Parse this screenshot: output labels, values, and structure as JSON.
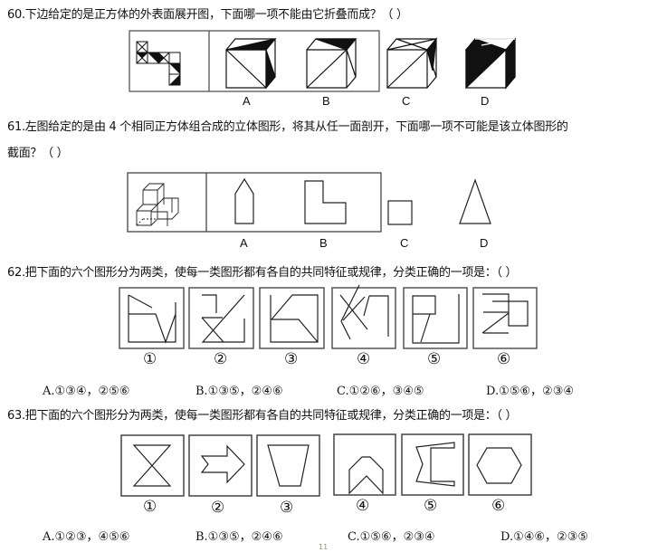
{
  "q60": {
    "text": "60.下边给定的是正方体的外表面展开图，下面哪一项不能由它折叠而成？（   ）",
    "labels": [
      "A",
      "B",
      "C",
      "D"
    ]
  },
  "q61": {
    "line1": "61.左图给定的是由 4 个相同正方体组合成的立体图形，将其从任一面剖开，下面哪一项不可能是该立体图形的",
    "line2": "截面？（   ）",
    "labels": [
      "A",
      "B",
      "C",
      "D"
    ]
  },
  "q62": {
    "text": "62.把下面的六个图形分为两类，使每一类图形都有各自的共同特征或规律，分类正确的一项是：（   ）",
    "numbers": [
      "①",
      "②",
      "③",
      "④",
      "⑤",
      "⑥"
    ],
    "options": [
      "A.①③④，②⑤⑥",
      "B.①③⑤，②④⑥",
      "C.①②⑥，③④⑤",
      "D.①⑤⑥，②③④"
    ]
  },
  "q63": {
    "text": "63.把下面的六个图形分为两类，使每一类图形都有各自的共同特征或规律，分类正确的一项是：（   ）",
    "numbers": [
      "①",
      "②",
      "③",
      "④",
      "⑤",
      "⑥"
    ],
    "options": [
      "A.①②③，④⑤⑥",
      "B.①③⑤，②④⑥",
      "C.①⑤⑥，②③④",
      "D.①④⑥，②③⑤"
    ]
  },
  "page_number": "11"
}
